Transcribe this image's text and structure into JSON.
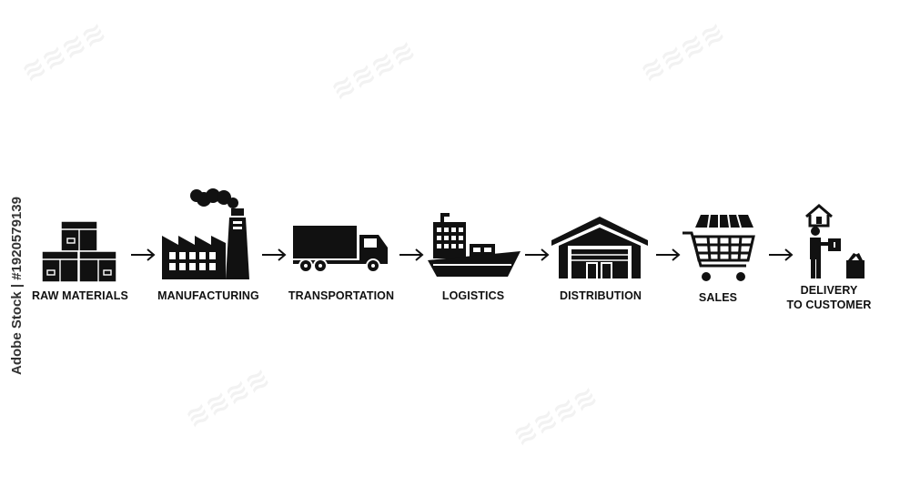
{
  "steps": [
    {
      "label": "RAW MATERIALS",
      "icon": "boxes-icon"
    },
    {
      "label": "MANUFACTURING",
      "icon": "factory-icon"
    },
    {
      "label": "TRANSPORTATION",
      "icon": "truck-icon"
    },
    {
      "label": "LOGISTICS",
      "icon": "ship-icon"
    },
    {
      "label": "DISTRIBUTION",
      "icon": "warehouse-icon"
    },
    {
      "label": "SALES",
      "icon": "cart-icon"
    },
    {
      "label": "DELIVERY",
      "label2": "TO CUSTOMER",
      "icon": "delivery-icon"
    }
  ],
  "stock": {
    "text": "Adobe Stock | #1920579139"
  },
  "colors": {
    "ink": "#111111",
    "background": "#ffffff"
  }
}
